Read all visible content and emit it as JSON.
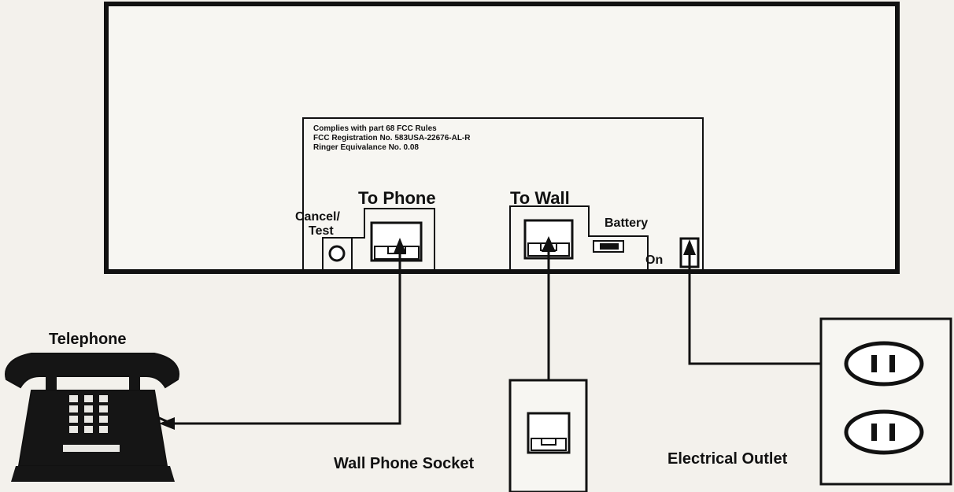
{
  "fcc_notice": {
    "line1": "Complies with part 68 FCC Rules",
    "line2": "FCC Registration No. 583USA-22676-AL-R",
    "line3": "Ringer Equivalance No. 0.08"
  },
  "ports": {
    "to_phone": "To Phone",
    "to_wall": "To Wall",
    "cancel_test_line1": "Cancel/",
    "cancel_test_line2": "Test",
    "battery": "Battery",
    "battery_on": "On"
  },
  "devices": {
    "telephone": "Telephone",
    "wall_socket": "Wall Phone Socket",
    "electrical_outlet": "Electrical Outlet"
  }
}
